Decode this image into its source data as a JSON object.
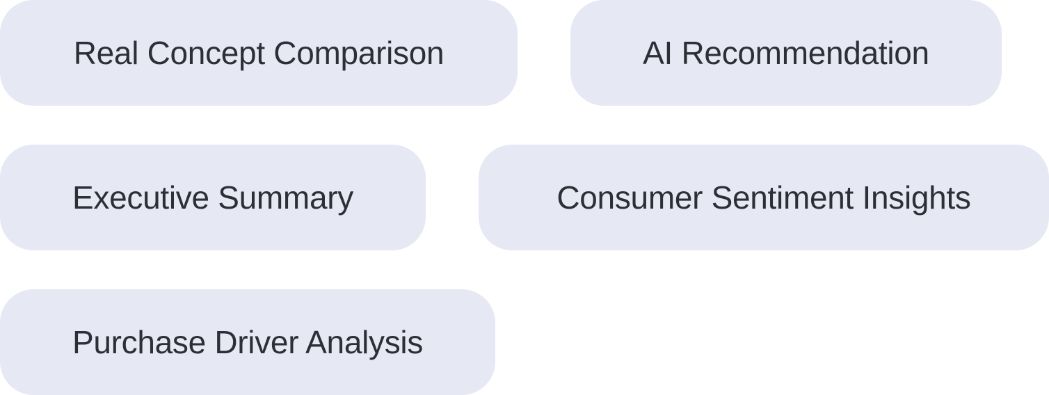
{
  "suggestions": [
    {
      "label": "Real Concept Comparison"
    },
    {
      "label": "AI Recommendation"
    },
    {
      "label": "Executive Summary"
    },
    {
      "label": "Consumer Sentiment Insights"
    },
    {
      "label": "Purchase Driver Analysis"
    }
  ],
  "colors": {
    "chip_background": "#e6e8f4",
    "chip_text": "#2e2f36",
    "page_background": "#ffffff"
  }
}
